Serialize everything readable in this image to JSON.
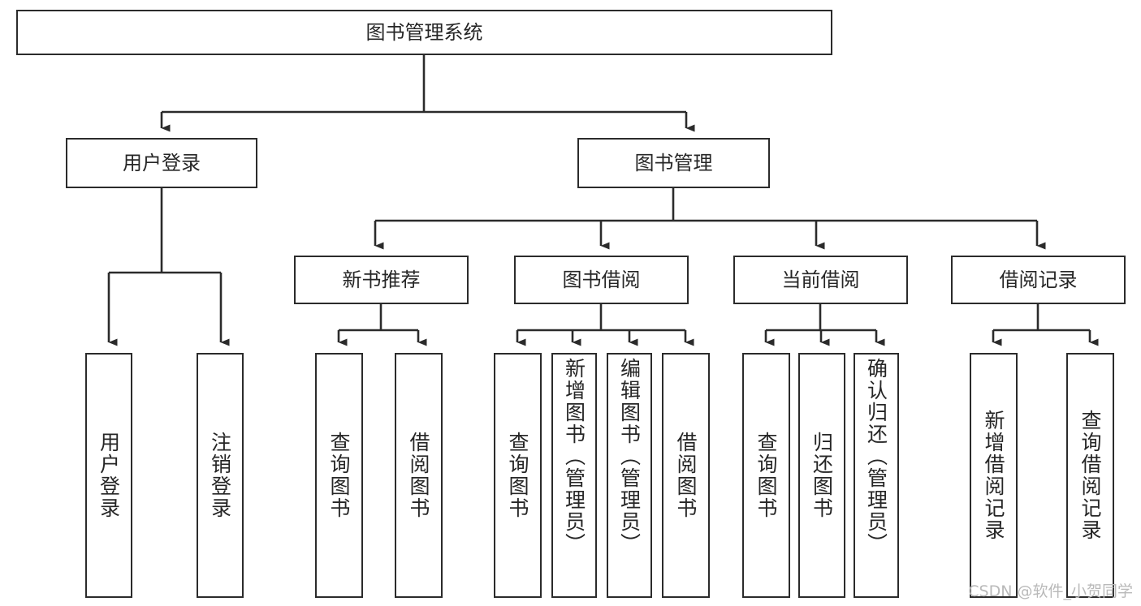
{
  "diagram": {
    "type": "tree",
    "title": "图书管理系统",
    "root": {
      "id": "root",
      "label": "图书管理系统"
    },
    "level1": [
      {
        "id": "user-login",
        "label": "用户登录"
      },
      {
        "id": "book-manage",
        "label": "图书管理"
      }
    ],
    "level2": [
      {
        "id": "new-book-recommend",
        "label": "新书推荐",
        "parent": "book-manage"
      },
      {
        "id": "book-borrow",
        "label": "图书借阅",
        "parent": "book-manage"
      },
      {
        "id": "current-borrow",
        "label": "当前借阅",
        "parent": "book-manage"
      },
      {
        "id": "borrow-record",
        "label": "借阅记录",
        "parent": "book-manage"
      }
    ],
    "leaves": [
      {
        "id": "leaf-user-login",
        "label": "用户登录",
        "parent": "user-login"
      },
      {
        "id": "leaf-logout",
        "label": "注销登录",
        "parent": "user-login"
      },
      {
        "id": "leaf-query-book-1",
        "label": "查询图书",
        "parent": "new-book-recommend"
      },
      {
        "id": "leaf-borrow-book-1",
        "label": "借阅图书",
        "parent": "new-book-recommend"
      },
      {
        "id": "leaf-query-book-2",
        "label": "查询图书",
        "parent": "book-borrow"
      },
      {
        "id": "leaf-add-book",
        "label": "新增图书（管理员）",
        "parent": "book-borrow"
      },
      {
        "id": "leaf-edit-book",
        "label": "编辑图书（管理员）",
        "parent": "book-borrow"
      },
      {
        "id": "leaf-borrow-book-2",
        "label": "借阅图书",
        "parent": "book-borrow"
      },
      {
        "id": "leaf-query-book-3",
        "label": "查询图书",
        "parent": "current-borrow"
      },
      {
        "id": "leaf-return-book",
        "label": "归还图书",
        "parent": "current-borrow"
      },
      {
        "id": "leaf-confirm-return",
        "label": "确认归还（管理员）",
        "parent": "current-borrow"
      },
      {
        "id": "leaf-add-record",
        "label": "新增借阅记录",
        "parent": "borrow-record"
      },
      {
        "id": "leaf-query-record",
        "label": "查询借阅记录",
        "parent": "borrow-record"
      }
    ],
    "colors": {
      "box_border": "#2b2b2b",
      "box_fill": "#ffffff",
      "connector": "#2b2b2b",
      "text": "#262626",
      "watermark": "#b9b9b9",
      "background": "#ffffff"
    }
  },
  "watermark": {
    "text": "CSDN @软件_小贺同学"
  }
}
